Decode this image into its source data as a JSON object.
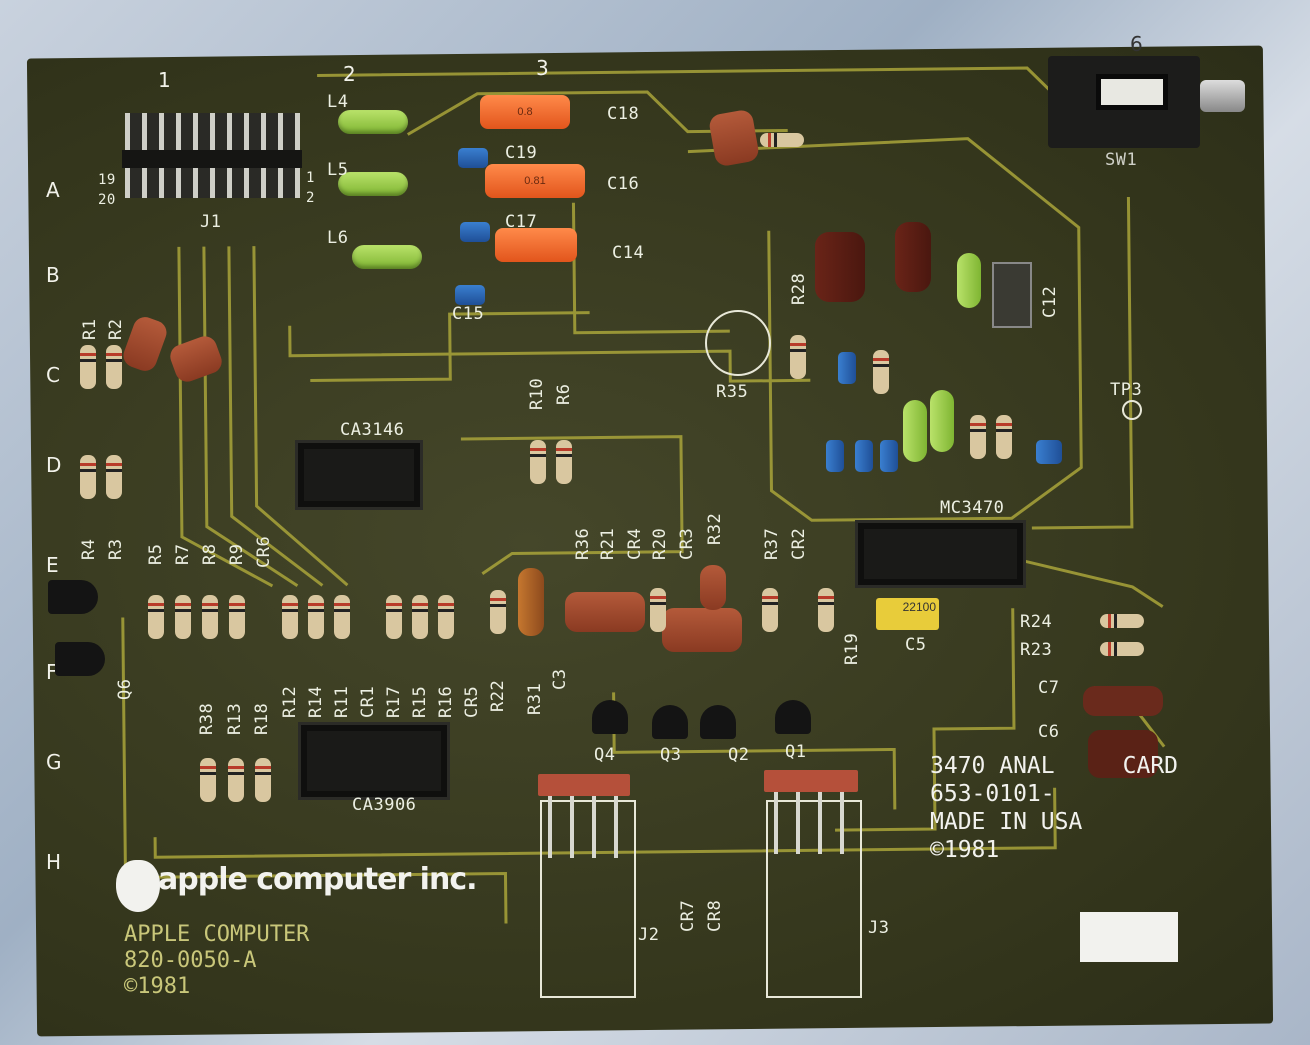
{
  "column_markers": [
    "1",
    "2",
    "3",
    "6"
  ],
  "row_markers": [
    "A",
    "B",
    "C",
    "D",
    "E",
    "F",
    "G",
    "H"
  ],
  "header_pin_labels": [
    "19",
    "20",
    "1",
    "2"
  ],
  "component_labels": [
    "J1",
    "L4",
    "L5",
    "L6",
    "C18",
    "C19",
    "C16",
    "C17",
    "C14",
    "C15",
    "SW1",
    "R1",
    "R2",
    "R28",
    "R35",
    "TP3",
    "C12",
    "CA3146",
    "R10",
    "R6",
    "R4",
    "R3",
    "R5",
    "R7",
    "R8",
    "R9",
    "CR6",
    "R36",
    "R21",
    "CR4",
    "R20",
    "CR3",
    "R32",
    "R37",
    "CR2",
    "R19",
    "R24",
    "R23",
    "C5",
    "C7",
    "C6",
    "MC3470",
    "Q6",
    "R38",
    "R13",
    "R18",
    "R12",
    "R14",
    "R11",
    "CR1",
    "R17",
    "R15",
    "R16",
    "CR5",
    "R22",
    "R31",
    "C3",
    "CA3906",
    "Q4",
    "Q3",
    "Q2",
    "Q1",
    "J2",
    "J3",
    "CR7",
    "CR8"
  ],
  "capacitor_markings": {
    "c18": "0.8",
    "c16": "0.81",
    "c5": "22100"
  },
  "logo": {
    "text": "apple computer inc."
  },
  "silkscreen_left": {
    "line1": "APPLE COMPUTER",
    "line2": "820-0050-A",
    "line3": "©1981"
  },
  "silkscreen_right": {
    "line1a": "3470 ANAL",
    "line1b": "CARD",
    "line2": "653-0101-",
    "line3": "MADE IN USA",
    "line4": "©1981"
  },
  "colors": {
    "board": "#3a3d20",
    "trace": "#a9a43a",
    "silkscreen": "#ecefe2",
    "legend_yellow": "#c9c77a"
  }
}
